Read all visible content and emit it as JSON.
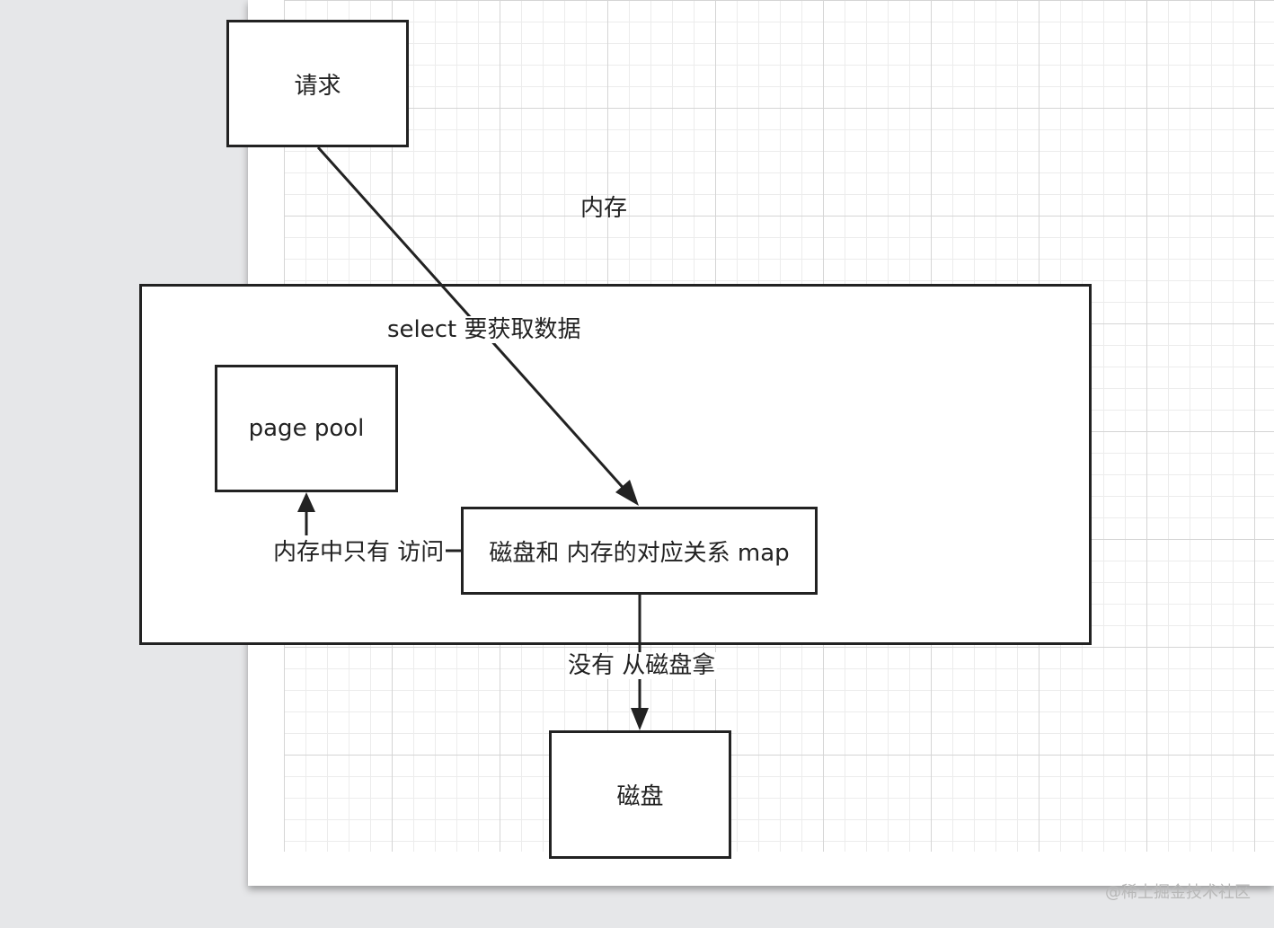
{
  "diagram": {
    "nodes": {
      "request": "请求",
      "memory_container_label": "内存",
      "page_pool": "page pool",
      "mapping": "磁盘和 内存的对应关系 map",
      "disk": "磁盘"
    },
    "edges": {
      "select_label": "select 要获取数据",
      "memory_only_label": "内存中只有 访问",
      "not_found_label": "没有 从磁盘拿"
    }
  },
  "watermark": "@稀土掘金技术社区",
  "colors": {
    "stroke": "#222222",
    "canvas": "#ffffff",
    "background": "#e6e7e9",
    "grid": "#d5d5d5"
  }
}
